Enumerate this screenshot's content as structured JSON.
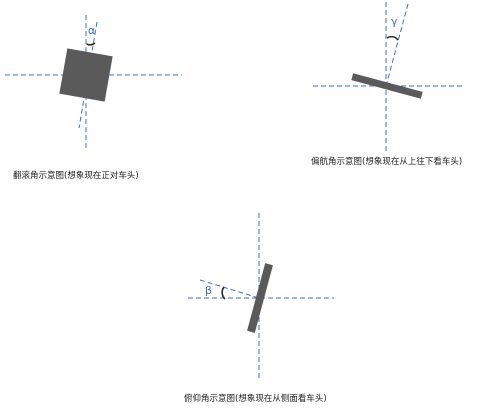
{
  "panels": {
    "roll": {
      "caption": "翻滚角示意图(想象现在正对车头)",
      "angle_symbol": "α"
    },
    "yaw": {
      "caption": "偏航角示意图(想象现在从上往下看车头)",
      "angle_symbol": "γ"
    },
    "pitch": {
      "caption": "俯仰角示意图(想象现在从侧面看车头)",
      "angle_symbol": "β"
    }
  },
  "colors": {
    "axis": "#3f6fc0",
    "body": "#5a5a5a",
    "arc": "#2a2a2a",
    "caption": "#222222"
  }
}
